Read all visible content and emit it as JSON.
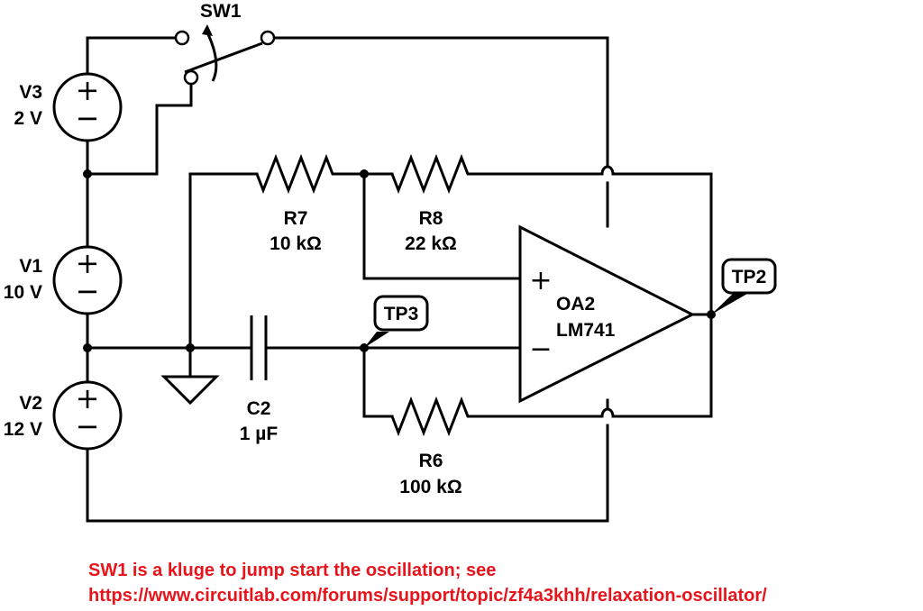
{
  "components": {
    "sw1": {
      "ref": "SW1"
    },
    "v3": {
      "ref": "V3",
      "value": "2 V"
    },
    "v1": {
      "ref": "V1",
      "value": "10 V"
    },
    "v2": {
      "ref": "V2",
      "value": "12 V"
    },
    "r7": {
      "ref": "R7",
      "value": "10 kΩ"
    },
    "r8": {
      "ref": "R8",
      "value": "22 kΩ"
    },
    "r6": {
      "ref": "R6",
      "value": "100 kΩ"
    },
    "c2": {
      "ref": "C2",
      "value": "1 µF"
    },
    "oa2": {
      "ref": "OA2",
      "value": "LM741",
      "plus_symbol": "+",
      "minus_symbol": "−"
    },
    "tp2": {
      "ref": "TP2"
    },
    "tp3": {
      "ref": "TP3"
    }
  },
  "source_symbols": {
    "plus": "+",
    "minus": "−"
  },
  "note": {
    "line1": "SW1 is a kluge to jump start the oscillation; see",
    "line2": "https://www.circuitlab.com/forums/support/topic/zf4a3khh/relaxation-oscillator/"
  },
  "colors": {
    "wire": "#000000",
    "note": "#e8141b",
    "background": "#ffffff"
  }
}
